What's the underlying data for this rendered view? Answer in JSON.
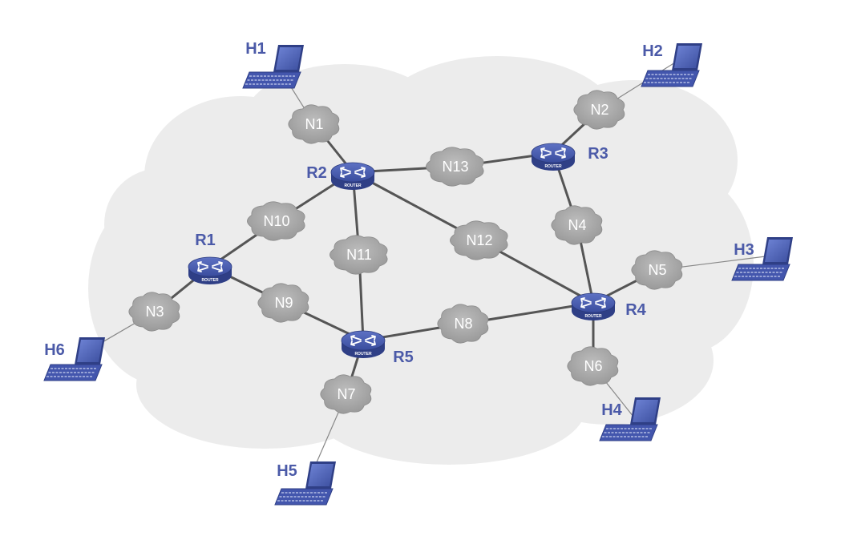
{
  "diagram": {
    "router_caption": "ROUTER",
    "routers": [
      {
        "id": "R1",
        "label": "R1"
      },
      {
        "id": "R2",
        "label": "R2"
      },
      {
        "id": "R3",
        "label": "R3"
      },
      {
        "id": "R4",
        "label": "R4"
      },
      {
        "id": "R5",
        "label": "R5"
      }
    ],
    "networks": [
      {
        "id": "N1",
        "label": "N1"
      },
      {
        "id": "N2",
        "label": "N2"
      },
      {
        "id": "N3",
        "label": "N3"
      },
      {
        "id": "N4",
        "label": "N4"
      },
      {
        "id": "N5",
        "label": "N5"
      },
      {
        "id": "N6",
        "label": "N6"
      },
      {
        "id": "N7",
        "label": "N7"
      },
      {
        "id": "N8",
        "label": "N8"
      },
      {
        "id": "N9",
        "label": "N9"
      },
      {
        "id": "N10",
        "label": "N10"
      },
      {
        "id": "N11",
        "label": "N11"
      },
      {
        "id": "N12",
        "label": "N12"
      },
      {
        "id": "N13",
        "label": "N13"
      }
    ],
    "hosts": [
      {
        "id": "H1",
        "label": "H1"
      },
      {
        "id": "H2",
        "label": "H2"
      },
      {
        "id": "H3",
        "label": "H3"
      },
      {
        "id": "H4",
        "label": "H4"
      },
      {
        "id": "H5",
        "label": "H5"
      },
      {
        "id": "H6",
        "label": "H6"
      }
    ],
    "links": [
      [
        "H1",
        "N1"
      ],
      [
        "N1",
        "R2"
      ],
      [
        "H2",
        "N2"
      ],
      [
        "N2",
        "R3"
      ],
      [
        "R2",
        "N13"
      ],
      [
        "N13",
        "R3"
      ],
      [
        "R3",
        "N4"
      ],
      [
        "N4",
        "R4"
      ],
      [
        "R2",
        "N10"
      ],
      [
        "N10",
        "R1"
      ],
      [
        "R2",
        "N11"
      ],
      [
        "N11",
        "R5"
      ],
      [
        "R2",
        "N12"
      ],
      [
        "N12",
        "R4"
      ],
      [
        "R1",
        "N9"
      ],
      [
        "N9",
        "R5"
      ],
      [
        "R1",
        "N3"
      ],
      [
        "N3",
        "H6"
      ],
      [
        "R5",
        "N8"
      ],
      [
        "N8",
        "R4"
      ],
      [
        "R5",
        "N7"
      ],
      [
        "N7",
        "H5"
      ],
      [
        "R4",
        "N5"
      ],
      [
        "N5",
        "H3"
      ],
      [
        "R4",
        "N6"
      ],
      [
        "N6",
        "H4"
      ]
    ],
    "colors": {
      "background_cloud": "#ececec",
      "network_cloud": "#a9a9a9",
      "link": "#555555",
      "router": "#3f51a3",
      "label": "#4b5aa8",
      "laptop": "#4356ad"
    }
  }
}
